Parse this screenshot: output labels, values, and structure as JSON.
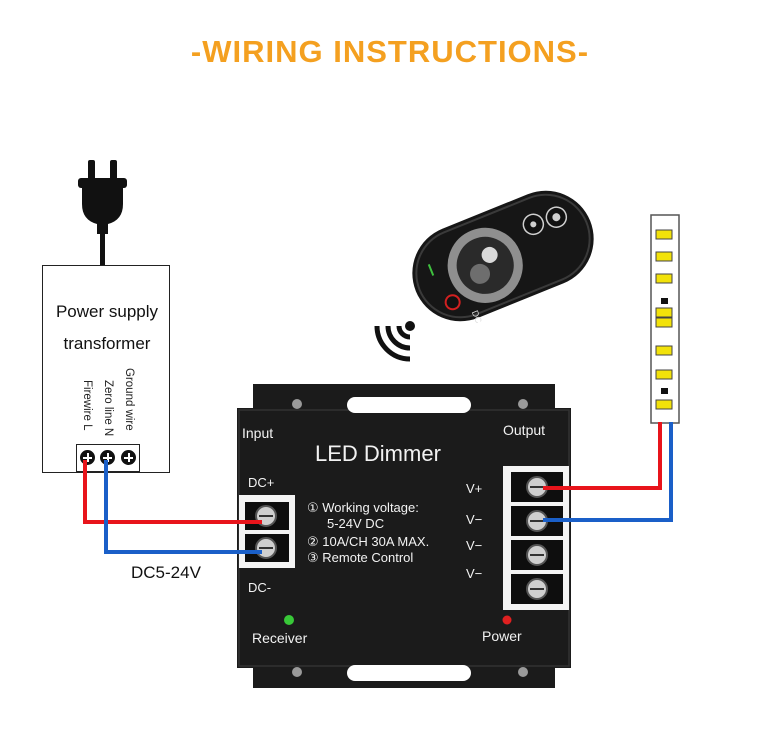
{
  "title": "-WIRING INSTRUCTIONS-",
  "power_supply": {
    "label_line1": "Power supply",
    "label_line2": "transformer",
    "terminals": [
      "Firewire L",
      "Zero line N",
      "Ground wire"
    ]
  },
  "dimmer": {
    "name": "LED Dimmer",
    "input_label": "Input",
    "output_label": "Output",
    "dc_plus": "DC+",
    "dc_minus": "DC-",
    "outputs": [
      "V+",
      "V−",
      "V−",
      "V−"
    ],
    "specs": [
      "① Working voltage:",
      "5-24V DC",
      "② 10A/CH 30A MAX.",
      "③ Remote Control"
    ],
    "receiver_label": "Receiver",
    "power_label": "Power"
  },
  "remote": {
    "dc_text": "DC"
  },
  "supply_voltage": "DC5-24V",
  "colors": {
    "title": "#f4a020",
    "positive_wire": "#e8141b",
    "negative_wire": "#1a5fc8",
    "strip_led": "#f2e20a",
    "dimmer_body": "#1b1b1b"
  },
  "icons": [
    "plug-icon",
    "wireless-signal-icon",
    "remote-control-icon",
    "led-strip-icon"
  ]
}
